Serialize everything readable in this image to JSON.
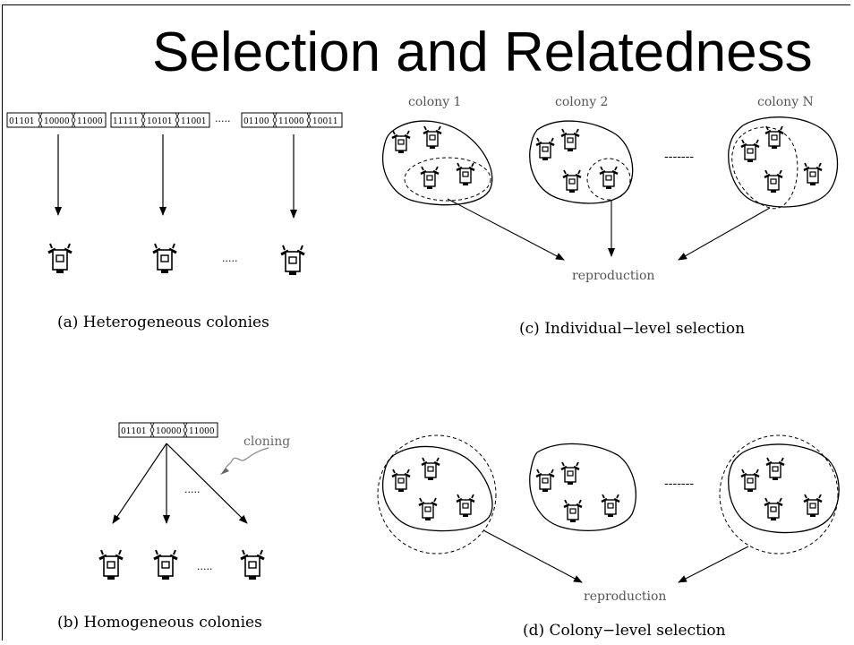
{
  "title": "Selection and Relatedness",
  "panel_a": {
    "genomes": [
      [
        "01101",
        "10000",
        "11000"
      ],
      [
        "11111",
        "10101",
        "11001"
      ],
      [
        "01100",
        "11000",
        "10011"
      ]
    ],
    "dots": ".....",
    "caption": "(a) Heterogeneous colonies"
  },
  "panel_b": {
    "genome": [
      "01101",
      "10000",
      "11000"
    ],
    "annotation": "cloning",
    "dots": ".....",
    "caption": "(b) Homogeneous colonies"
  },
  "panel_c": {
    "colonies": [
      "colony 1",
      "colony 2",
      "colony N"
    ],
    "dashes": "-------",
    "target": "reproduction",
    "caption": "(c) Individual−level selection"
  },
  "panel_d": {
    "dashes": "-------",
    "target": "reproduction",
    "caption": "(d) Colony−level selection"
  }
}
